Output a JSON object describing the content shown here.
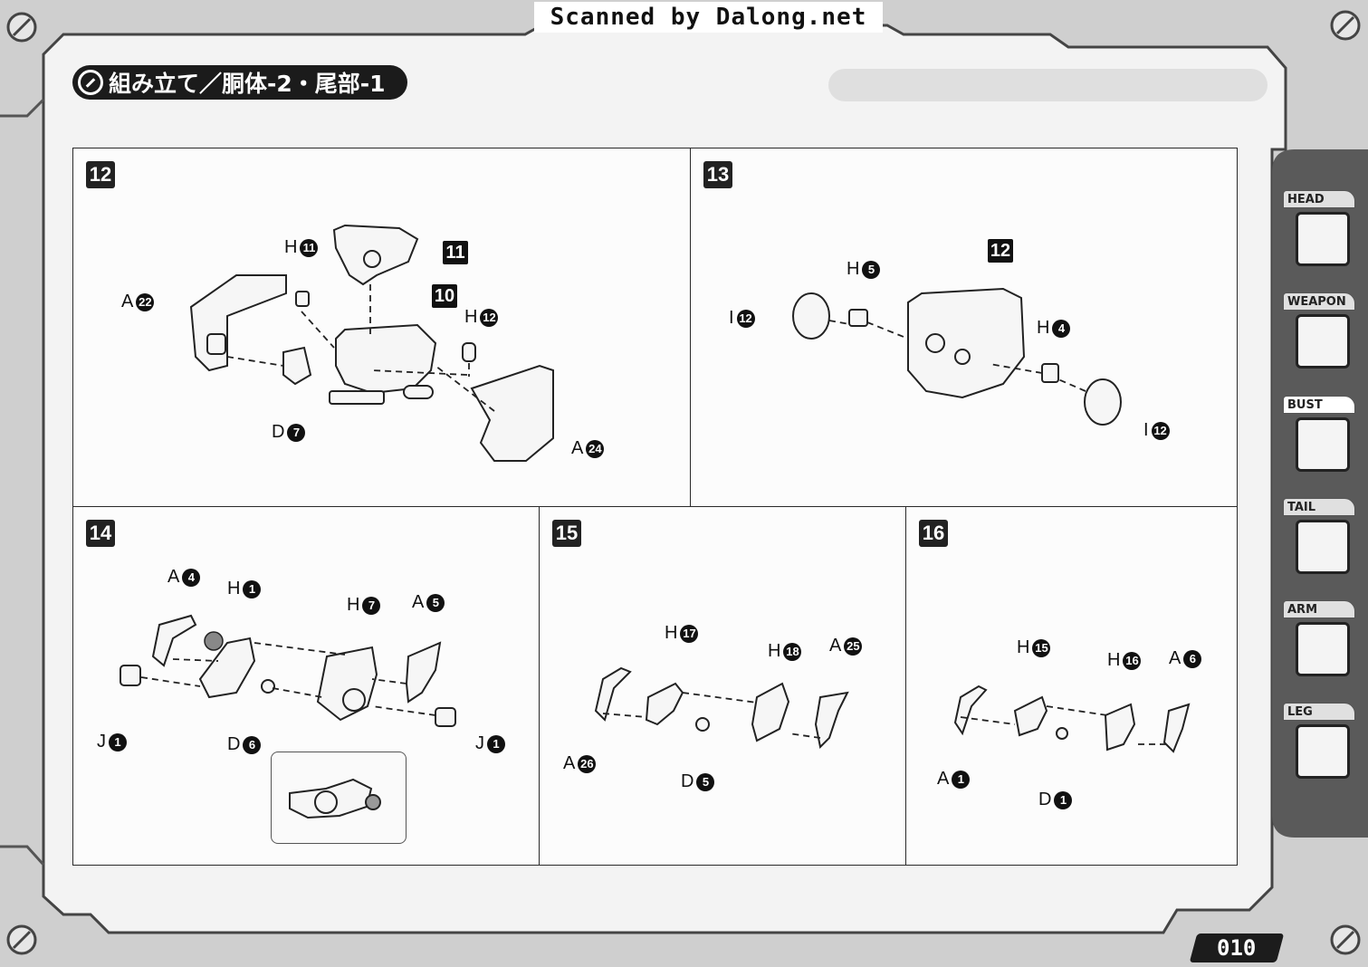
{
  "banner": "Scanned by Dalong.net",
  "title": "組み立て／胴体-2・尾部-1",
  "page_number": "010",
  "side_tabs": [
    {
      "label": "HEAD",
      "icon": "head-icon",
      "active": false
    },
    {
      "label": "WEAPON",
      "icon": "weapon-icon",
      "active": false
    },
    {
      "label": "BUST",
      "icon": "bust-icon",
      "active": true
    },
    {
      "label": "TAIL",
      "icon": "tail-icon",
      "active": false
    },
    {
      "label": "ARM",
      "icon": "arm-icon",
      "active": false
    },
    {
      "label": "LEG",
      "icon": "leg-icon",
      "active": false
    }
  ],
  "steps": {
    "s12": {
      "number": "12",
      "sub_assemblies": [
        "11",
        "10"
      ],
      "parts": [
        {
          "letter": "H",
          "num": "11"
        },
        {
          "letter": "A",
          "num": "22"
        },
        {
          "letter": "H",
          "num": "12"
        },
        {
          "letter": "D",
          "num": "7"
        },
        {
          "letter": "A",
          "num": "24"
        }
      ]
    },
    "s13": {
      "number": "13",
      "sub_assemblies": [
        "12"
      ],
      "parts": [
        {
          "letter": "H",
          "num": "5"
        },
        {
          "letter": "I",
          "num": "12"
        },
        {
          "letter": "H",
          "num": "4"
        },
        {
          "letter": "I",
          "num": "12"
        }
      ]
    },
    "s14": {
      "number": "14",
      "parts": [
        {
          "letter": "A",
          "num": "4"
        },
        {
          "letter": "H",
          "num": "1"
        },
        {
          "letter": "H",
          "num": "7"
        },
        {
          "letter": "A",
          "num": "5"
        },
        {
          "letter": "J",
          "num": "1"
        },
        {
          "letter": "D",
          "num": "6"
        },
        {
          "letter": "J",
          "num": "1"
        }
      ]
    },
    "s15": {
      "number": "15",
      "parts": [
        {
          "letter": "H",
          "num": "17"
        },
        {
          "letter": "H",
          "num": "18"
        },
        {
          "letter": "A",
          "num": "25"
        },
        {
          "letter": "A",
          "num": "26"
        },
        {
          "letter": "D",
          "num": "5"
        }
      ]
    },
    "s16": {
      "number": "16",
      "parts": [
        {
          "letter": "H",
          "num": "15"
        },
        {
          "letter": "H",
          "num": "16"
        },
        {
          "letter": "A",
          "num": "6"
        },
        {
          "letter": "A",
          "num": "1"
        },
        {
          "letter": "D",
          "num": "1"
        }
      ]
    }
  }
}
